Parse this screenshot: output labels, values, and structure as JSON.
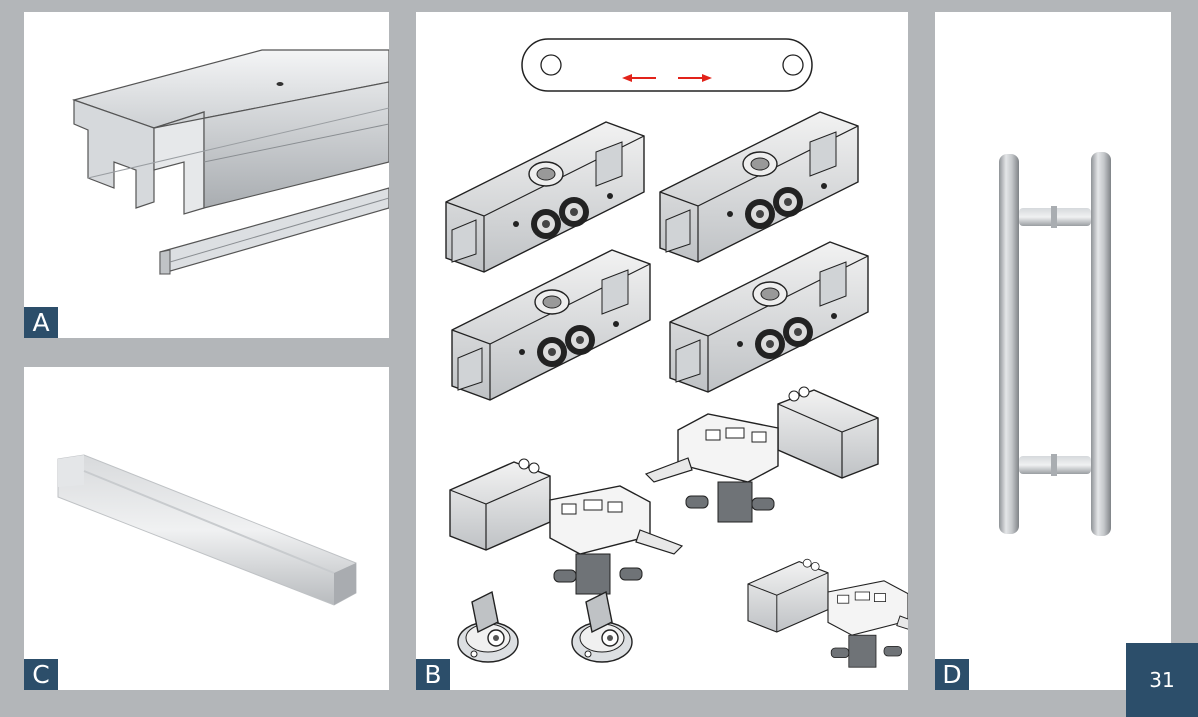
{
  "panels": {
    "a": {
      "label": "A"
    },
    "b": {
      "label": "B"
    },
    "c": {
      "label": "C"
    },
    "d": {
      "label": "D"
    }
  },
  "page_number": "31",
  "colors": {
    "background": "#b3b6b9",
    "label_bg": "#2c4e6a",
    "arrow": "#e2231a",
    "panel": "#ffffff"
  }
}
